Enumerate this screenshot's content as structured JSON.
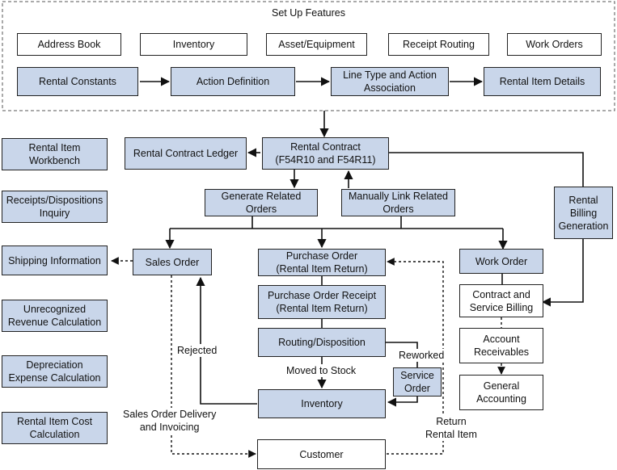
{
  "setup": {
    "title": "Set Up Features",
    "address_book": "Address Book",
    "inventory": "Inventory",
    "asset_equipment": "Asset/Equipment",
    "receipt_routing": "Receipt Routing",
    "work_orders": "Work Orders",
    "rental_constants": "Rental Constants",
    "action_definition": "Action Definition",
    "line_type": "Line Type and Action\nAssociation",
    "rental_item_details": "Rental Item Details"
  },
  "side": {
    "workbench": "Rental Item\nWorkbench",
    "receipts_inquiry": "Receipts/Dispositions\nInquiry",
    "shipping_info": "Shipping Information",
    "unrecognized_revenue": "Unrecognized\nRevenue Calculation",
    "depreciation": "Depreciation\nExpense Calculation",
    "cost_calc": "Rental Item Cost\nCalculation"
  },
  "flow": {
    "contract_ledger": "Rental Contract Ledger",
    "rental_contract": "Rental Contract\n(F54R10 and F54R11)",
    "generate_related": "Generate Related\nOrders",
    "manually_link": "Manually Link Related\nOrders",
    "rental_billing": "Rental\nBilling\nGeneration",
    "sales_order": "Sales Order",
    "purchase_order": "Purchase Order\n(Rental Item Return)",
    "po_receipt": "Purchase Order Receipt\n(Rental Item Return)",
    "routing_disposition": "Routing/Disposition",
    "service_order": "Service\nOrder",
    "inventory": "Inventory",
    "work_order": "Work Order",
    "contract_billing": "Contract and\nService Billing",
    "account_receivables": "Account\nReceivables",
    "general_accounting": "General\nAccounting",
    "customer": "Customer"
  },
  "labels": {
    "rejected": "Rejected",
    "moved_to_stock": "Moved to Stock",
    "reworked": "Reworked",
    "sales_delivery": "Sales Order Delivery\nand Invoicing",
    "return_rental": "Return\nRental Item"
  },
  "colors": {
    "box_fill": "#c9d6ea",
    "line": "#111111"
  }
}
